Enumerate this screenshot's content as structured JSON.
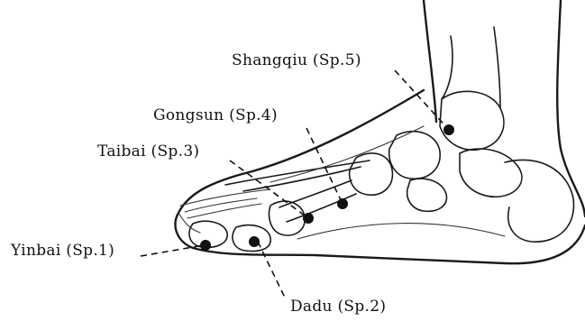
{
  "acupoints": [
    {
      "id": "sp5",
      "name": "Shangqiu (Sp.5)"
    },
    {
      "id": "sp4",
      "name": "Gongsun (Sp.4)"
    },
    {
      "id": "sp3",
      "name": "Taibai (Sp.3)"
    },
    {
      "id": "sp1",
      "name": "Yinbai (Sp.1)"
    },
    {
      "id": "sp2",
      "name": "Dadu (Sp.2)"
    }
  ],
  "colors": {
    "ink": "#111111",
    "background": "#ffffff"
  }
}
